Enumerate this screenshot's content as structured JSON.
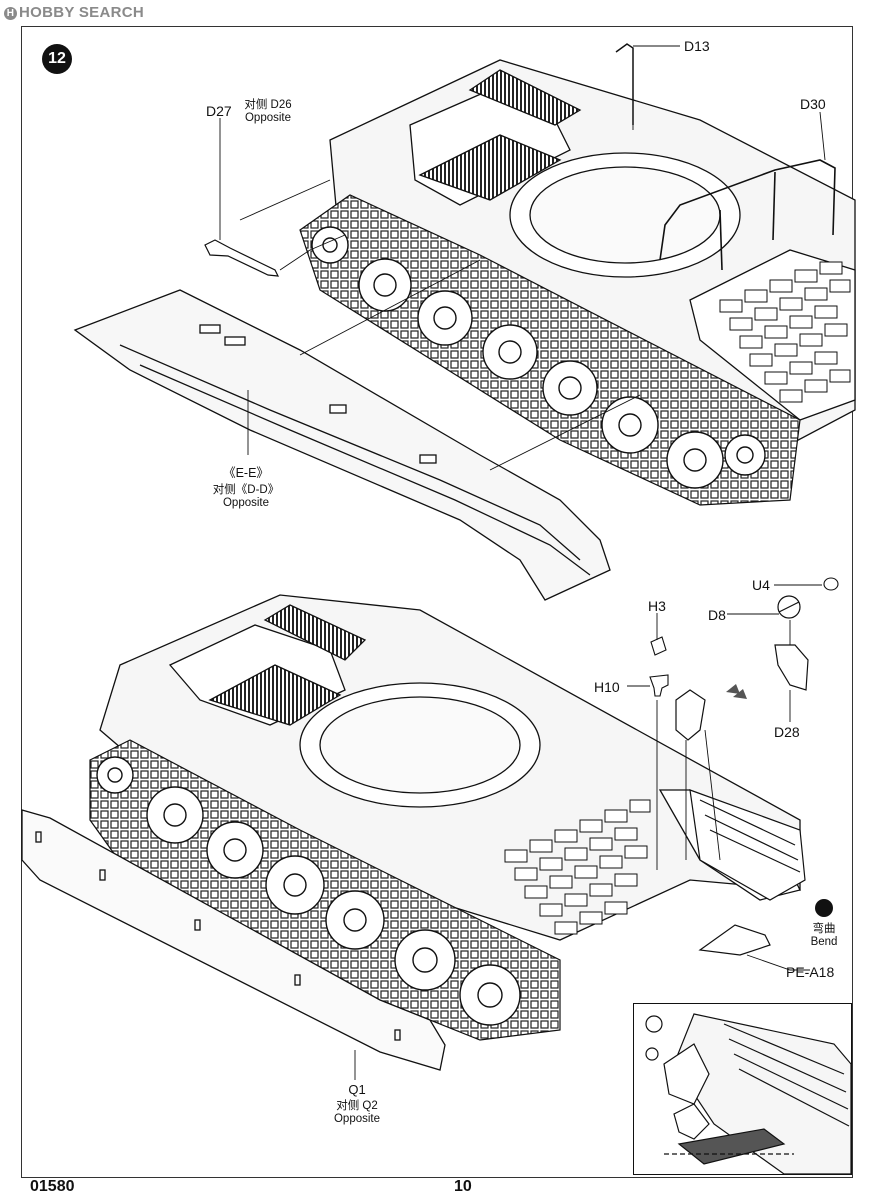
{
  "watermark": {
    "text": "HOBBY SEARCH",
    "badge": "H"
  },
  "step_number": "12",
  "labels": {
    "d13": "D13",
    "d30": "D30",
    "d27": "D27",
    "d26_cn": "对侧 D26",
    "d26_en": "Opposite",
    "ee_main": "《E-E》",
    "ee_cn": "对侧《D-D》",
    "ee_en": "Opposite",
    "h3": "H3",
    "h10": "H10",
    "u4": "U4",
    "d8": "D8",
    "d28": "D28",
    "bend_cn": "弯曲",
    "bend_en": "Bend",
    "pe_a18": "PE-A18",
    "q1": "Q1",
    "q2_cn": "对侧 Q2",
    "q2_en": "Opposite"
  },
  "footer": {
    "code": "01580",
    "page": "10"
  },
  "colors": {
    "line": "#111111",
    "fill": "#f4f4f4",
    "grille": "#2a2a2a"
  }
}
